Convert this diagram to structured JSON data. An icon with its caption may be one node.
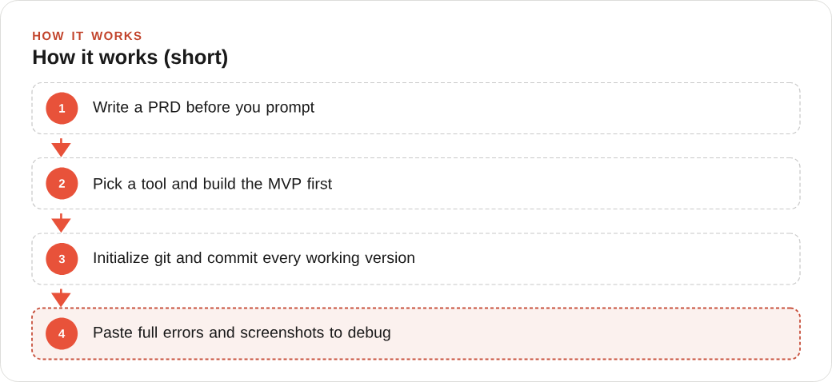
{
  "diagram": {
    "title": "How it works (short)",
    "nodes": [
      {
        "text": [
          "Write a PRD before you prompt"
        ]
      },
      {
        "text": [
          "1"
        ],
        "in": 0
      },
      {
        "text": [
          "Pick a tool and build the MVP first"
        ]
      },
      {
        "text": [
          "2"
        ],
        "in": 2
      },
      {
        "text": [
          "Initialize git and commit every working version"
        ]
      },
      {
        "text": [
          "3"
        ],
        "in": 4
      },
      {
        "text": [
          "Paste full errors and screenshots to debug"
        ]
      },
      {
        "text": [
          "4"
        ],
        "in": 6
      }
    ],
    "edges": [
      {
        "from": 0,
        "to": 2,
        "arrow": "to"
      },
      {
        "from": 2,
        "to": 4,
        "arrow": "to"
      },
      {
        "from": 4,
        "to": 6,
        "arrow": "to"
      }
    ],
    "labels": [
      "HOW IT WORKS"
    ]
  }
}
